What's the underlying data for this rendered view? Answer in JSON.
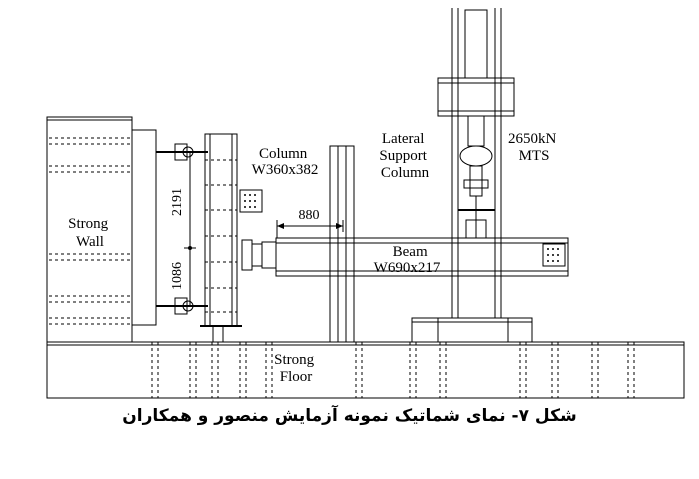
{
  "labels": {
    "strong_wall": [
      "Strong",
      "Wall"
    ],
    "column": [
      "Column",
      "W360x382"
    ],
    "lateral_support": [
      "Lateral",
      "Support",
      "Column"
    ],
    "mts": [
      "2650kN",
      "MTS"
    ],
    "beam": [
      "Beam",
      "W690x217"
    ],
    "strong_floor": [
      "Strong",
      "Floor"
    ]
  },
  "dimensions": {
    "upper": "2191",
    "lower": "1086",
    "horizontal": "880"
  },
  "caption": "شکل ۷- نمای شماتیک نمونه آزمایش منصور و همکاران"
}
